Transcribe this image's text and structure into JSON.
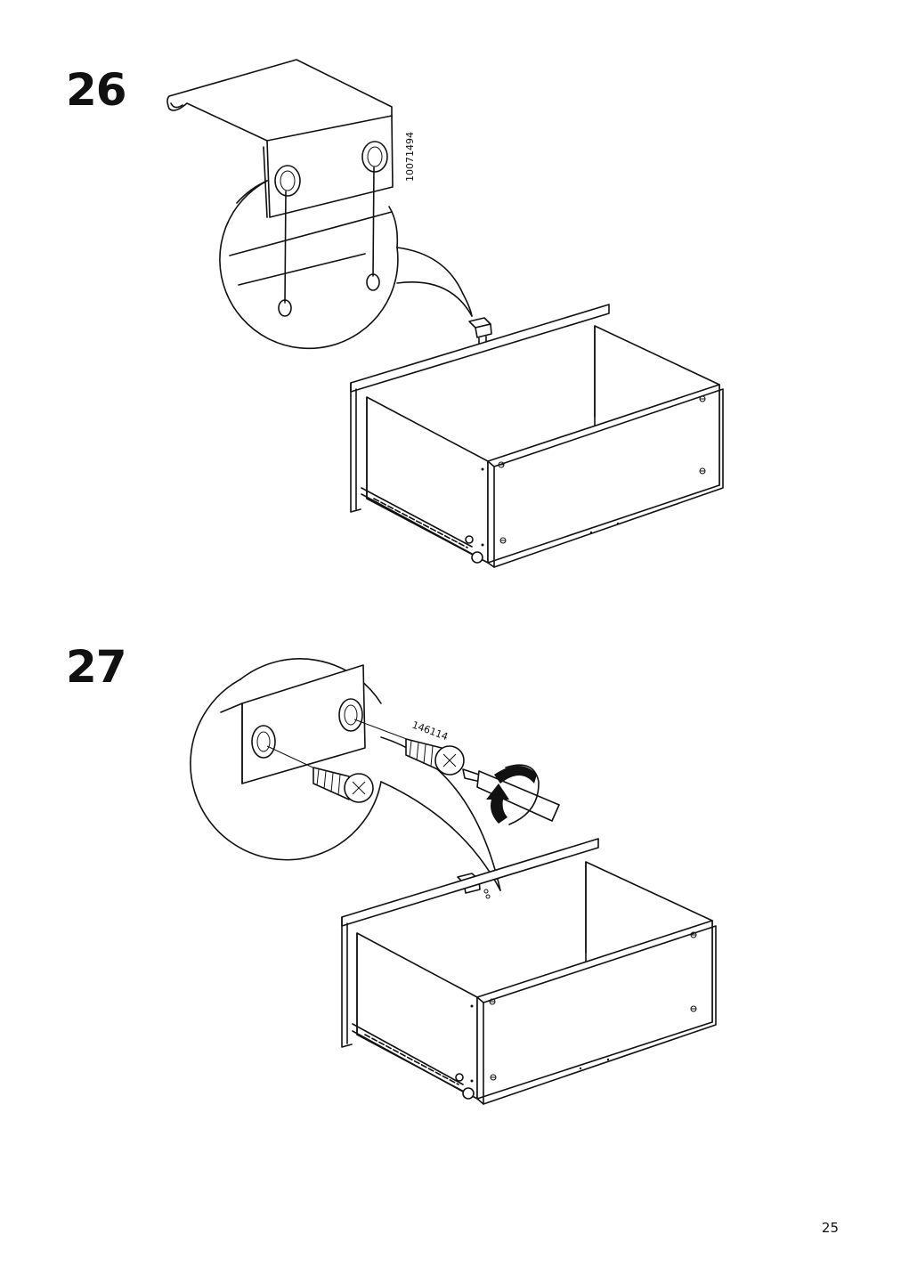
{
  "steps": [
    {
      "number": "26",
      "part_label": "10071494"
    },
    {
      "number": "27",
      "part_label": "146114"
    }
  ],
  "page_number": "25",
  "icons": [
    "bracket-icon",
    "screw-icon",
    "screwdriver-icon",
    "rotate-arrow-icon",
    "drawer-icon",
    "zoom-callout-icon"
  ]
}
